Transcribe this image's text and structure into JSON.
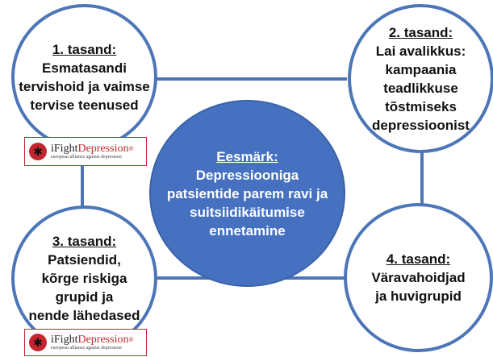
{
  "circles": {
    "c1": {
      "title": "1. tasand:",
      "lines": [
        "Esmatasandi",
        "tervishoid ja vaimse",
        "tervise teenused"
      ]
    },
    "c2": {
      "title": "2. tasand:",
      "lines": [
        "Lai avalikkus:",
        "kampaania",
        "teadlikkuse",
        "tõstmiseks",
        "depressioonist"
      ]
    },
    "c3": {
      "title": "3. tasand:",
      "lines": [
        "Patsiendid,",
        "kõrge riskiga",
        "grupid ja",
        "nende lähedased"
      ]
    },
    "c4": {
      "title": "4. tasand:",
      "lines": [
        "Väravahoidjad",
        "ja huvigrupid"
      ]
    },
    "center": {
      "title": "Eesmärk:",
      "lines": [
        "Depressiooniga",
        "patsientide parem ravi ja",
        "suitsiidikäitumise",
        "ennetamine"
      ]
    }
  },
  "logo": {
    "brand_prefix": "i",
    "brand_main": "Fight",
    "brand_accent": "Depression",
    "trademark": "®",
    "tagline": "european alliance against depression"
  },
  "colors": {
    "accent": "#4d76b8",
    "center_fill": "#4671c0",
    "logo_red": "#c3262e"
  }
}
